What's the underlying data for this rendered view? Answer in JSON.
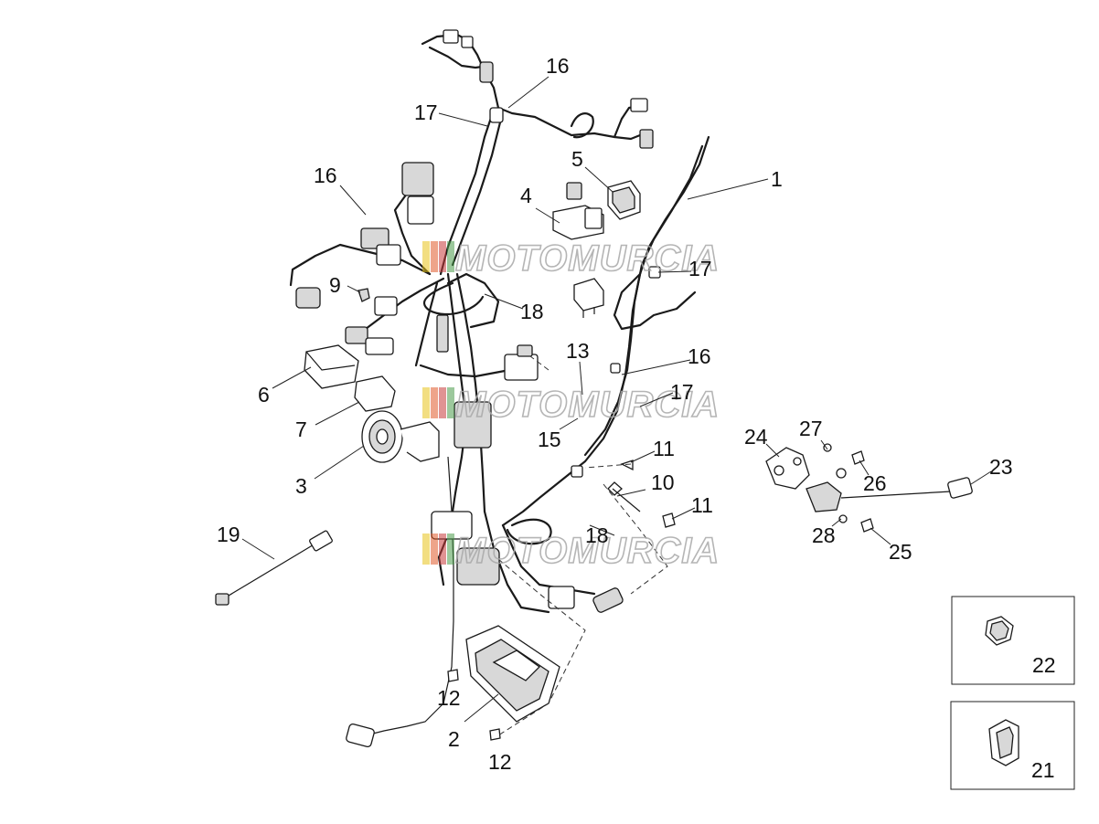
{
  "watermark": {
    "text": "MOTOMURCIA",
    "colors": [
      "#e8c21a",
      "#e05a2a",
      "#c63a3a",
      "#4a9a4a"
    ]
  },
  "callouts": {
    "c1": "1",
    "c2": "2",
    "c3": "3",
    "c4": "4",
    "c5": "5",
    "c6": "6",
    "c7": "7",
    "c9": "9",
    "c10": "10",
    "c11a": "11",
    "c11b": "11",
    "c12a": "12",
    "c12b": "12",
    "c13": "13",
    "c15": "15",
    "c16a": "16",
    "c16b": "16",
    "c16c": "16",
    "c17a": "17",
    "c17b": "17",
    "c17c": "17",
    "c18a": "18",
    "c18b": "18",
    "c19": "19",
    "c21": "21",
    "c22": "22",
    "c23": "23",
    "c24": "24",
    "c25": "25",
    "c26": "26",
    "c27": "27",
    "c28": "28"
  }
}
